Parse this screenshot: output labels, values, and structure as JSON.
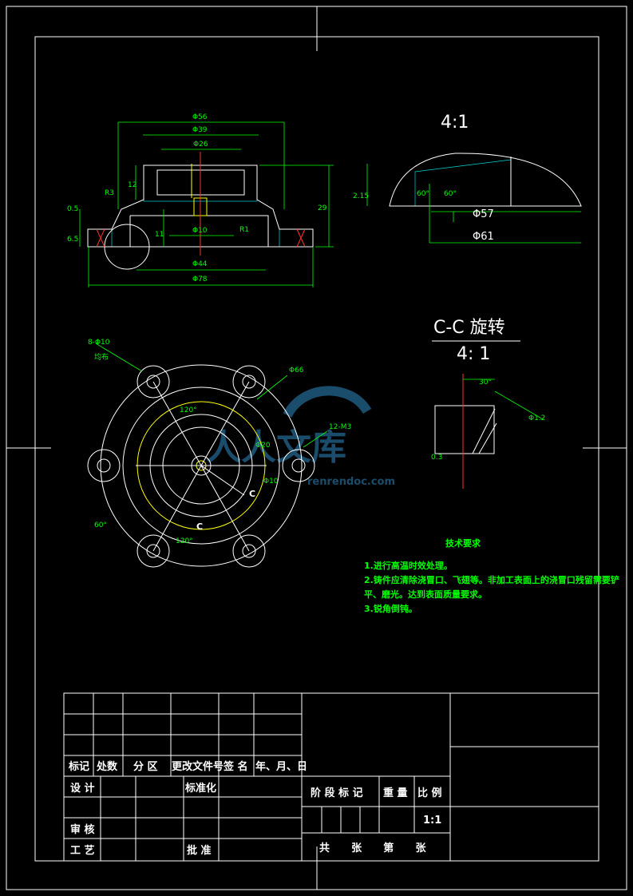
{
  "scale_detail_1": "4:1",
  "section_title": "C-C 旋转",
  "section_scale": "4: 1",
  "top_dims": {
    "d56": "Φ56",
    "d39": "Φ39",
    "d26": "Φ26",
    "d10": "Φ10",
    "d44": "Φ44",
    "d78": "Φ78",
    "v12": "12",
    "v29": "29",
    "v11": "11",
    "r3": "R3",
    "r1": "R1",
    "v05": "0.5",
    "v65": "6.5"
  },
  "detail_dims": {
    "h215": "2.15",
    "a60a": "60°",
    "a60b": "60°",
    "d57": "Φ57",
    "d61": "Φ61"
  },
  "plan_dims": {
    "holes": "8-Φ10",
    "holes_note": "均布",
    "d66": "Φ66",
    "thread": "12-M3",
    "d10": "Φ10",
    "d20": "Φ20",
    "a120a": "120°",
    "a120b": "120°",
    "a60": "60°",
    "c1": "C",
    "c2": "C"
  },
  "cc_dims": {
    "a30": "30°",
    "d12": "Φ1.2",
    "v03": "0.3"
  },
  "tech": {
    "title": "技术要求",
    "line1": "1.进行高温时效处理。",
    "line2": "2.铸件应清除浇冒口、飞翅等。非加工表面上的浇冒口残留需要铲",
    "line3": "平、磨光。达到表面质量要求。",
    "line4": "3.锐角倒钝。"
  },
  "watermark": {
    "brand": "人人文库",
    "url": "renrendoc.com"
  },
  "title_block": {
    "h_mark": "标记",
    "h_count": "处数",
    "h_zone": "分 区",
    "h_docno": "更改文件号",
    "h_sign": "签 名",
    "h_date": "年、月、日",
    "design": "设 计",
    "standard": "标准化",
    "stage": "阶 段 标 记",
    "weight": "重 量",
    "ratio": "比 例",
    "ratio_value": "1:1",
    "review": "审 核",
    "process": "工 艺",
    "approve": "批 准",
    "sheets": "共      张      第      张"
  }
}
